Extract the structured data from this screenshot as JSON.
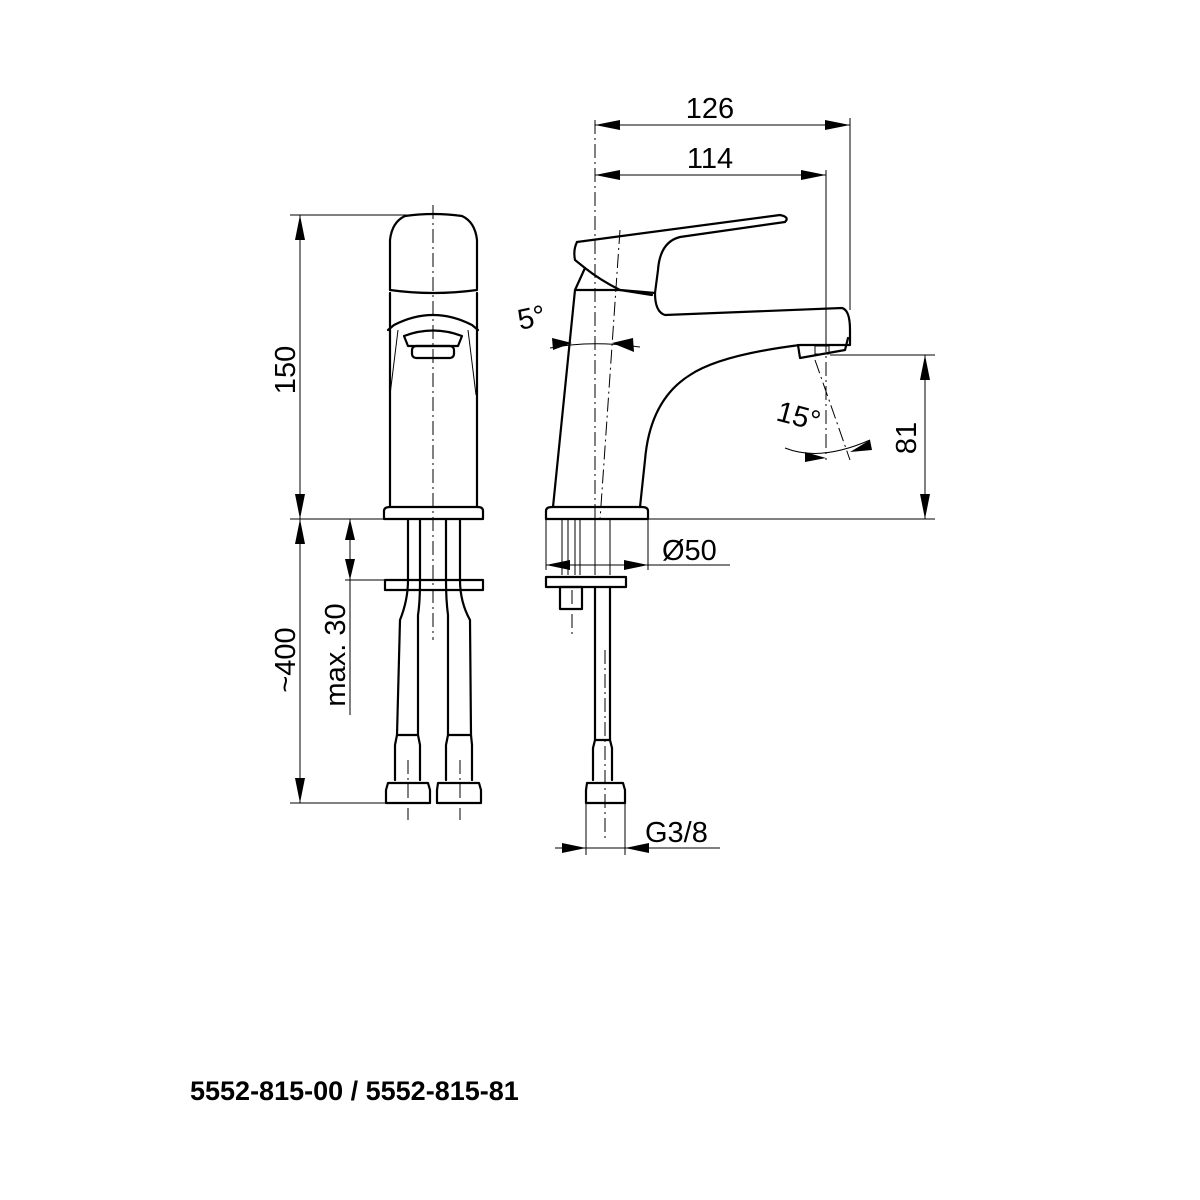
{
  "drawing": {
    "part_numbers": "5552-815-00 / 5552-815-81",
    "dimensions": {
      "overall_length": "126",
      "spout_reach": "114",
      "height": "150",
      "hose_length": "~400",
      "max_deck_thickness": "max. 30",
      "spout_height": "81",
      "base_diameter": "Ø50",
      "connection_thread": "G3/8",
      "body_angle": "5°",
      "spout_angle": "15°"
    }
  }
}
